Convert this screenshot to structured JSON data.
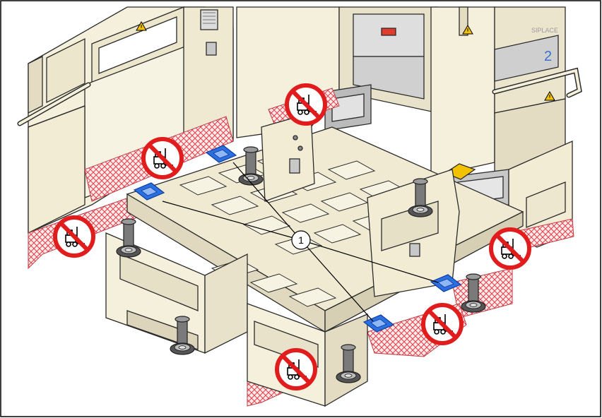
{
  "diagram": {
    "brand_text": "SIPLACE",
    "module_number": "2",
    "callout_label": "1",
    "colors": {
      "frame": "#000000",
      "machine_fill": "#f5f0dc",
      "machine_shade": "#e3dcc2",
      "outline": "#2b2b2b",
      "hatch": "#e0404a",
      "marker_blue": "#2b6fe0",
      "prohibit_red": "#e01c1c",
      "foot_gray": "#6e6e6e"
    },
    "icons": [
      "no-forklift-icon",
      "floor-marker-icon",
      "leveling-foot-icon",
      "warning-triangle-icon"
    ]
  }
}
